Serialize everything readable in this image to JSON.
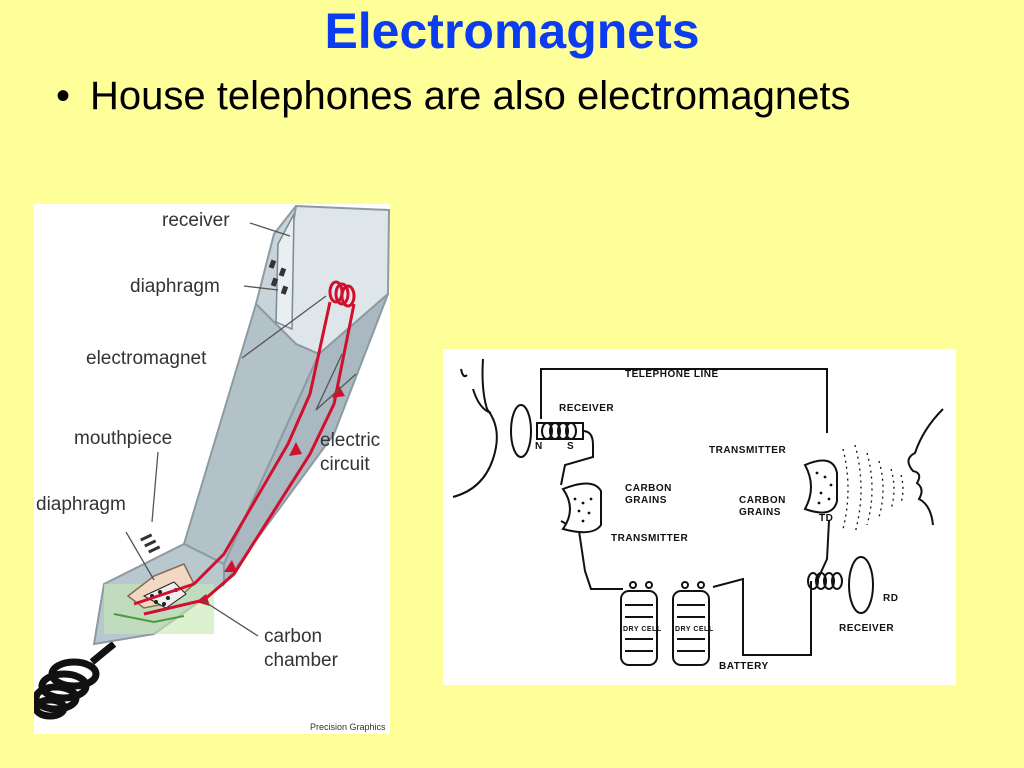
{
  "slide": {
    "title": "Electromagnets",
    "bullet": "House telephones are also electromagnets"
  },
  "handset_diagram": {
    "labels": {
      "receiver": "receiver",
      "diaphragm_top": "diaphragm",
      "electromagnet": "electromagnet",
      "mouthpiece": "mouthpiece",
      "electric_1": "electric",
      "electric_2": "circuit",
      "diaphragm_bottom": "diaphragm",
      "carbon_1": "carbon",
      "carbon_2": "chamber"
    },
    "credit": "Precision Graphics"
  },
  "circuit_diagram": {
    "labels": {
      "telephone_line": "TELEPHONE LINE",
      "receiver_left": "RECEIVER",
      "n": "N",
      "s": "S",
      "carbon_left_1": "CARBON",
      "carbon_left_2": "GRAINS",
      "transmitter_left": "TRANSMITTER",
      "transmitter_right": "TRANSMITTER",
      "carbon_right_1": "CARBON",
      "carbon_right_2": "GRAINS",
      "td": "TD",
      "rd": "RD",
      "receiver_right": "RECEIVER",
      "battery": "BATTERY",
      "dry_cell_1": "DRY CELL",
      "dry_cell_2": "DRY CELL"
    }
  },
  "colors": {
    "background": "#ffff99",
    "title": "#0b3cf0",
    "circuit_red": "#d0102c",
    "handset_body": "#b9c7cf"
  }
}
